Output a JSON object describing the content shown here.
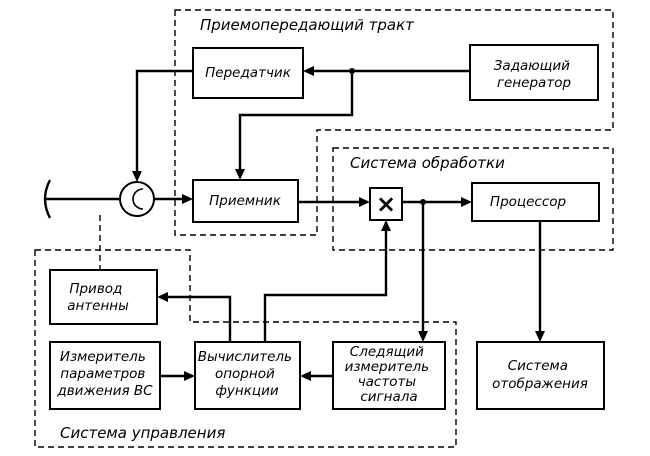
{
  "groups": {
    "transceiver": "Приемопередающий тракт",
    "processing": "Система обработки",
    "control": "Система управления"
  },
  "blocks": {
    "transmitter": [
      "Передатчик"
    ],
    "oscillator": [
      "Задающий",
      "генератор"
    ],
    "receiver": [
      "Приемник"
    ],
    "processor": [
      "Процессор"
    ],
    "antenna_drive": [
      "Привод",
      "антенны"
    ],
    "motion_meter": [
      "Измеритель",
      "параметров",
      "движения ВС"
    ],
    "reference_calc": [
      "Вычислитель",
      "опорной",
      "функции"
    ],
    "freq_tracker": [
      "Следящий",
      "измеритель",
      "частоты",
      "сигнала"
    ],
    "display": [
      "Система",
      "отображения"
    ]
  },
  "symbols": {
    "mixer": "×"
  }
}
